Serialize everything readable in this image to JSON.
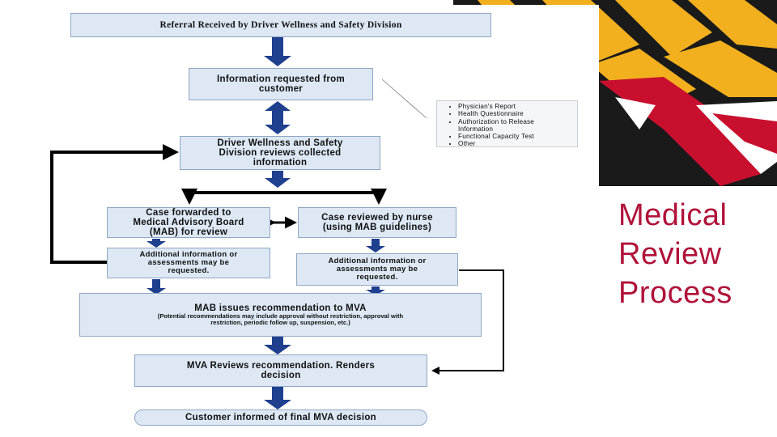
{
  "slide": {
    "title_lines": [
      "Medical",
      "Review",
      "Process"
    ],
    "title_color": "#b0123a"
  },
  "flowchart": {
    "referral": "Referral Received by Driver Wellness and Safety Division",
    "info_requested": [
      "Information requested from",
      "customer"
    ],
    "documents": [
      "Physician's Report",
      "Health Questionnaire",
      "Authorization to Release",
      "Information",
      "Functional Capacity Test",
      "Other"
    ],
    "division_reviews": [
      "Driver Wellness and Safety",
      "Division reviews collected",
      "information"
    ],
    "case_forwarded": [
      "Case forwarded to",
      "Medical Advisory Board",
      "(MAB) for review"
    ],
    "nurse_review": [
      "Case reviewed by nurse",
      "(using MAB guidelines)"
    ],
    "additional_left": [
      "Additional information or",
      "assessments may be",
      "requested."
    ],
    "additional_right": [
      "Additional information or",
      "assessments may be",
      "requested."
    ],
    "mab_issues_title": "MAB issues recommendation to MVA",
    "mab_issues_note": [
      "(Potential recommendations may include approval without restriction, approval with",
      "restriction, periodic follow up, suspension, etc.)"
    ],
    "mva_reviews": [
      "MVA Reviews recommendation. Renders",
      "decision"
    ],
    "customer_informed": "Customer informed of final MVA decision"
  },
  "colors": {
    "box_fill": "#dde8f4",
    "box_border": "#8fa7c3",
    "arrow_fill": "#1f3f8f",
    "connector": "#000000",
    "flag_red": "#c8102e",
    "flag_gold": "#f2b01e"
  }
}
